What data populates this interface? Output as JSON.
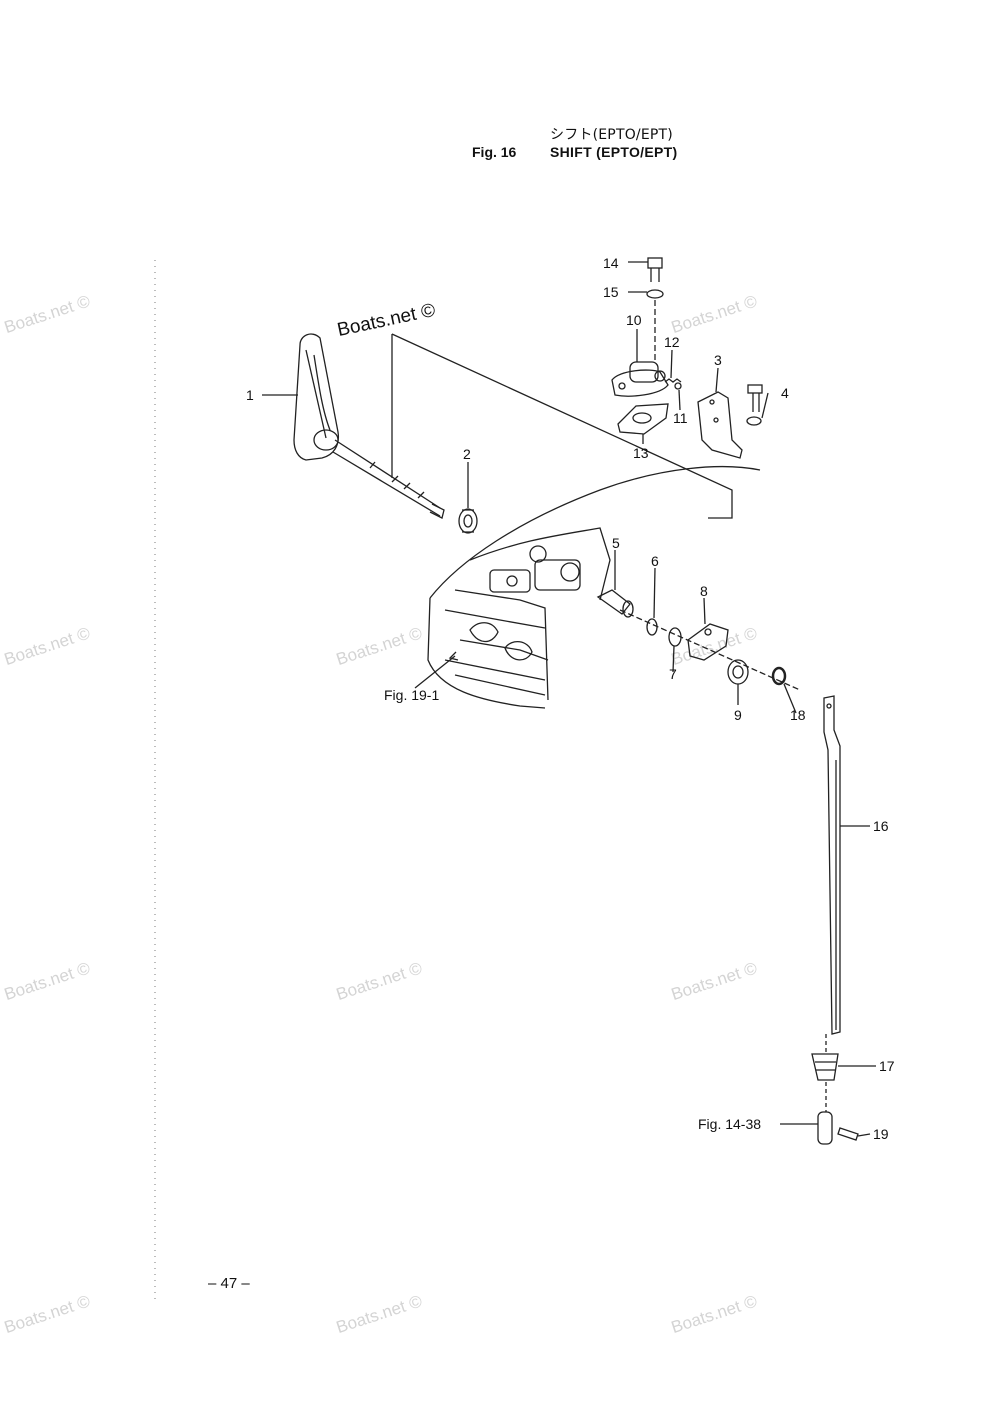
{
  "header": {
    "title_jp": "シフト(EPTO/EPT)",
    "fig_label": "Fig. 16",
    "title_en": "SHIFT (EPTO/EPT)"
  },
  "watermark": {
    "text": "Boats.net ©",
    "dark_text": "Boats.net ©"
  },
  "callouts": {
    "p1": "1",
    "p2": "2",
    "p3": "3",
    "p4": "4",
    "p5": "5",
    "p6": "6",
    "p7": "7",
    "p8": "8",
    "p9": "9",
    "p10": "10",
    "p11": "11",
    "p12": "12",
    "p13": "13",
    "p14": "14",
    "p15": "15",
    "p16": "16",
    "p17": "17",
    "p18": "18",
    "p19": "19"
  },
  "references": {
    "fig19": "Fig. 19-1",
    "fig14": "Fig. 14-38"
  },
  "footer": {
    "page": "– 47 –"
  }
}
